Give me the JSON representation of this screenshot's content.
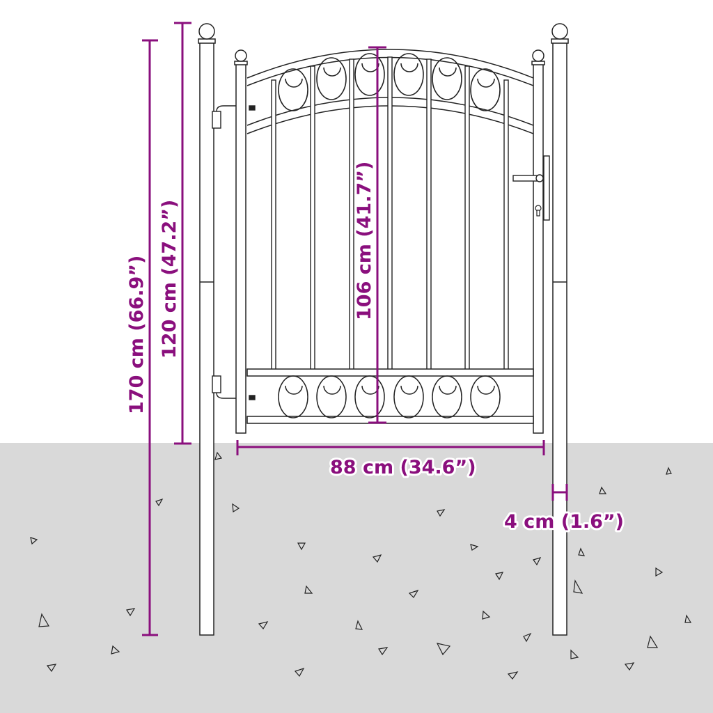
{
  "diagram": {
    "subject": "Single garden gate with arched top and oval scroll panels, mounted between two posts",
    "accent_color": "#8a0f7d",
    "ground_color": "#d9d9d9",
    "line_color": "#222222"
  },
  "dimensions": {
    "total_height": {
      "label": "170 cm (66.9”)"
    },
    "post_height_above_ground": {
      "label": "120 cm (47.2”)"
    },
    "gate_height": {
      "label": "106 cm (41.7”)"
    },
    "gate_width": {
      "label": "88 cm (34.6”)"
    },
    "post_width": {
      "label": "4 cm (1.6”)"
    }
  },
  "parts": {
    "left_post": "left-post",
    "right_post": "right-post",
    "hinges": [
      "top-hinge",
      "bottom-hinge"
    ],
    "handle": "lever-handle",
    "lock": "keyhole-lock"
  }
}
